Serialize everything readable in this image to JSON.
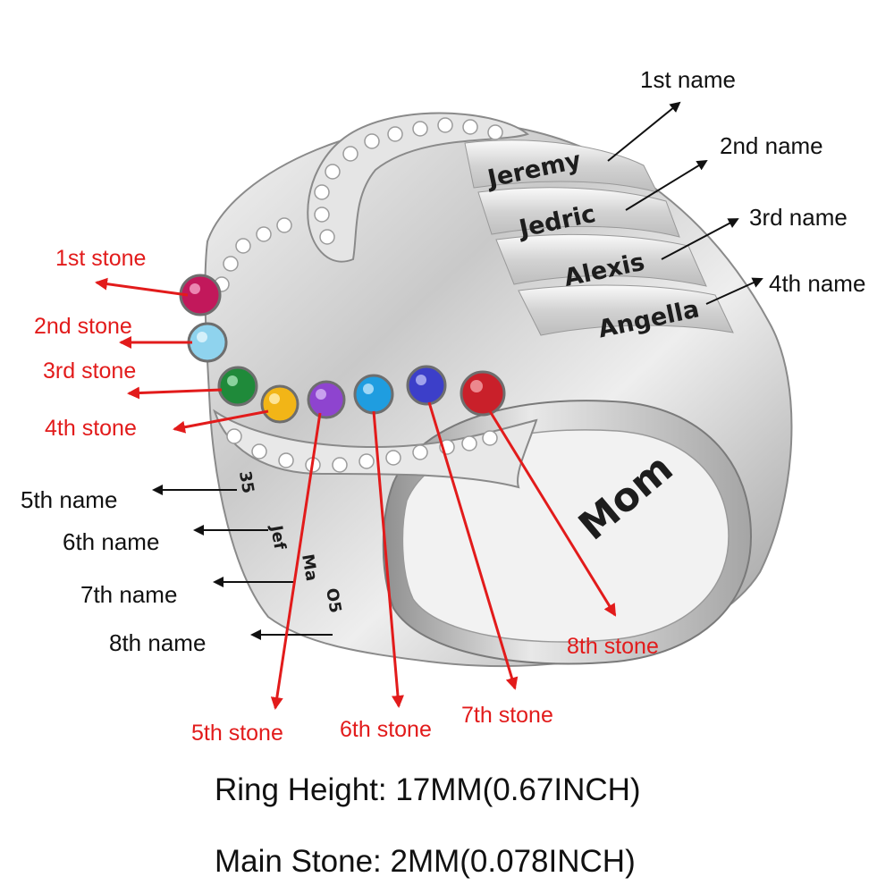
{
  "engravings": {
    "names": [
      "Jeremy",
      "Jedric",
      "Alexis",
      "Angella"
    ],
    "inner": "Mom",
    "side_marks": [
      "35",
      "Jef",
      "Ma",
      "O5"
    ]
  },
  "name_labels": [
    "1st name",
    "2nd name",
    "3rd name",
    "4th name",
    "5th name",
    "6th name",
    "7th name",
    "8th name"
  ],
  "stone_labels": [
    "1st stone",
    "2nd stone",
    "3rd stone",
    "4th stone",
    "5th stone",
    "6th stone",
    "7th stone",
    "8th stone"
  ],
  "stones": [
    {
      "position": "1st stone",
      "color": "#c2185b"
    },
    {
      "position": "2nd stone",
      "color": "#8fd3ee"
    },
    {
      "position": "3rd stone",
      "color": "#1f8a3a"
    },
    {
      "position": "4th stone",
      "color": "#f2b517"
    },
    {
      "position": "5th stone",
      "color": "#8e44cf"
    },
    {
      "position": "6th stone",
      "color": "#1f9de0"
    },
    {
      "position": "7th stone",
      "color": "#3c3fc9"
    },
    {
      "position": "8th stone",
      "color": "#c9202a"
    }
  ],
  "specs": {
    "ring_height": "Ring Height: 17MM(0.67INCH)",
    "main_stone": "Main Stone:  2MM(0.078INCH)"
  },
  "colors": {
    "name_arrows": "#111111",
    "stone_arrows": "#e21b1b",
    "metal": "#d9d9d9"
  }
}
